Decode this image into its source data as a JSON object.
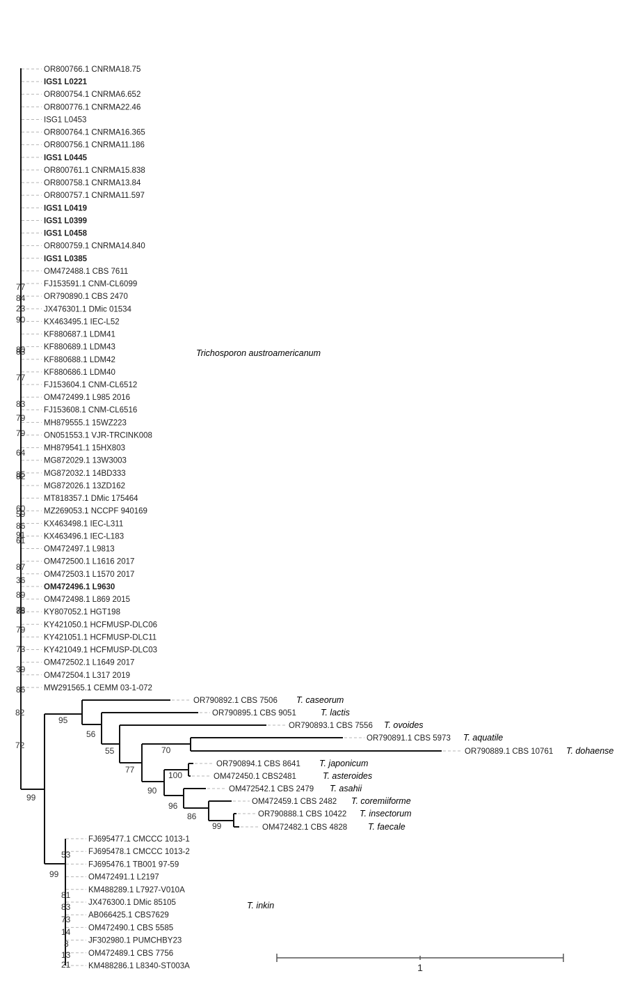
{
  "colors": {
    "highlight_red": "#8B1A1A",
    "highlight_blue": "#2222CC",
    "default": "#222222",
    "bold": "#000000"
  },
  "tips": [
    {
      "label": "OR800766.1 CNRMA18.75",
      "style": "normal"
    },
    {
      "label": "IGS1 L0221",
      "style": "red"
    },
    {
      "label": "OR800754.1 CNRMA6.652",
      "style": "normal"
    },
    {
      "label": "OR800776.1 CNRMA22.46",
      "style": "normal"
    },
    {
      "label": "ISG1 L0453",
      "style": "blue"
    },
    {
      "label": "OR800764.1 CNRMA16.365",
      "style": "normal"
    },
    {
      "label": "OR800756.1 CNRMA11.186",
      "style": "normal"
    },
    {
      "label": "IGS1 L0445",
      "style": "red"
    },
    {
      "label": "OR800761.1 CNRMA15.838",
      "style": "normal"
    },
    {
      "label": "OR800758.1 CNRMA13.84",
      "style": "normal"
    },
    {
      "label": "OR800757.1 CNRMA11.597",
      "style": "normal"
    },
    {
      "label": "IGS1 L0419",
      "style": "red"
    },
    {
      "label": "IGS1 L0399",
      "style": "red"
    },
    {
      "label": "IGS1 L0458",
      "style": "red"
    },
    {
      "label": "OR800759.1 CNRMA14.840",
      "style": "normal"
    },
    {
      "label": "IGS1 L0385",
      "style": "red"
    },
    {
      "label": "OM472488.1 CBS 7611",
      "style": "normal"
    },
    {
      "label": "FJ153591.1 CNM-CL6099",
      "style": "normal"
    },
    {
      "label": "OR790890.1 CBS 2470",
      "style": "normal"
    },
    {
      "label": "JX476301.1 DMic 01534",
      "style": "normal"
    },
    {
      "label": "KX463495.1 IEC-L52",
      "style": "normal"
    },
    {
      "label": "KF880687.1 LDM41",
      "style": "normal"
    },
    {
      "label": "KF880689.1 LDM43",
      "style": "normal"
    },
    {
      "label": "KF880688.1 LDM42",
      "style": "normal"
    },
    {
      "label": "KF880686.1 LDM40",
      "style": "normal"
    },
    {
      "label": "FJ153604.1 CNM-CL6512",
      "style": "normal"
    },
    {
      "label": "OM472499.1 L985 2016",
      "style": "normal"
    },
    {
      "label": "FJ153608.1 CNM-CL6516",
      "style": "normal"
    },
    {
      "label": "MH879555.1 15WZ223",
      "style": "normal"
    },
    {
      "label": "ON051553.1 VJR-TRCINK008",
      "style": "normal"
    },
    {
      "label": "MH879541.1 15HX803",
      "style": "normal"
    },
    {
      "label": "MG872029.1 13W3003",
      "style": "normal"
    },
    {
      "label": "MG872032.1 14BD333",
      "style": "normal"
    },
    {
      "label": "MG872026.1 13ZD162",
      "style": "normal"
    },
    {
      "label": "MT818357.1 DMic 175464",
      "style": "normal"
    },
    {
      "label": "MZ269053.1 NCCPF 940169",
      "style": "normal"
    },
    {
      "label": "KX463498.1 IEC-L311",
      "style": "normal"
    },
    {
      "label": "KX463496.1 IEC-L183",
      "style": "normal"
    },
    {
      "label": "OM472497.1 L9813",
      "style": "normal"
    },
    {
      "label": "OM472500.1 L1616 2017",
      "style": "normal"
    },
    {
      "label": "OM472503.1 L1570 2017",
      "style": "normal"
    },
    {
      "label": "OM472496.1 L9630",
      "style": "bold"
    },
    {
      "label": "OM472498.1 L869 2015",
      "style": "normal"
    },
    {
      "label": "KY807052.1 HGT198",
      "style": "normal"
    },
    {
      "label": "KY421050.1 HCFMUSP-DLC06",
      "style": "normal"
    },
    {
      "label": "KY421051.1 HCFMUSP-DLC11",
      "style": "normal"
    },
    {
      "label": "KY421049.1 HCFMUSP-DLC03",
      "style": "normal"
    },
    {
      "label": "OM472502.1 L1649 2017",
      "style": "normal"
    },
    {
      "label": "OM472504.1 L317 2019",
      "style": "normal"
    },
    {
      "label": "MW291565.1 CEMM 03-1-072",
      "style": "normal"
    }
  ],
  "austro_support": [
    "77",
    "84",
    "23",
    "90",
    "80",
    "83",
    "77",
    "83",
    "79",
    "79",
    "64",
    "85",
    "82",
    "60",
    "59",
    "86",
    "91",
    "61",
    "87",
    "36",
    "89",
    "78",
    "88",
    "79",
    "73",
    "39",
    "86"
  ],
  "outgroup_tips": [
    {
      "label": "OR790892.1 CBS 7506",
      "species": "T. caseorum"
    },
    {
      "label": "OR790895.1 CBS 9051",
      "species": "T. lactis"
    },
    {
      "label": "OR790893.1 CBS 7556",
      "species": "T. ovoides"
    },
    {
      "label": "OR790891.1 CBS 5973",
      "species": "T. aquatile"
    },
    {
      "label": "OR790889.1 CBS 10761",
      "species": "T. dohaense"
    },
    {
      "label": "OR790894.1 CBS 8641",
      "species": "T. japonicum"
    },
    {
      "label": "OM472450.1 CBS2481",
      "species": "T. asteroides"
    },
    {
      "label": "OM472542.1 CBS 2479",
      "species": "T. asahii"
    },
    {
      "label": "OM472459.1 CBS 2482",
      "species": "T. coremiiforme"
    },
    {
      "label": "OR790888.1 CBS 10422",
      "species": "T. insectorum"
    },
    {
      "label": "OM472482.1 CBS 4828",
      "species": "T. faecale"
    }
  ],
  "outgroup_support": [
    "82",
    "72",
    "99",
    "95",
    "56",
    "55",
    "77",
    "70",
    "90",
    "100",
    "96",
    "86",
    "99"
  ],
  "inkin_tips": [
    {
      "label": "FJ695477.1 CMCCC 1013-1"
    },
    {
      "label": "FJ695478.1 CMCCC 1013-2"
    },
    {
      "label": "FJ695476.1 TB001 97-59"
    },
    {
      "label": "OM472491.1 L2197"
    },
    {
      "label": "KM488289.1 L7927-V010A"
    },
    {
      "label": "JX476300.1 DMic 85105"
    },
    {
      "label": "AB066425.1 CBS7629"
    },
    {
      "label": "OM472490.1 CBS 5585"
    },
    {
      "label": "JF302980.1 PUMCHBY23"
    },
    {
      "label": "OM472489.1 CBS 7756"
    },
    {
      "label": "KM488286.1 L8340-ST003A"
    }
  ],
  "inkin_support": [
    "99",
    "53",
    "81",
    "83",
    "73",
    "14",
    "8",
    "13",
    "21"
  ],
  "clade_labels": {
    "austro": "Trichosporon austroamericanum",
    "inkin": "T. inkin"
  },
  "scale": {
    "label": "1"
  }
}
